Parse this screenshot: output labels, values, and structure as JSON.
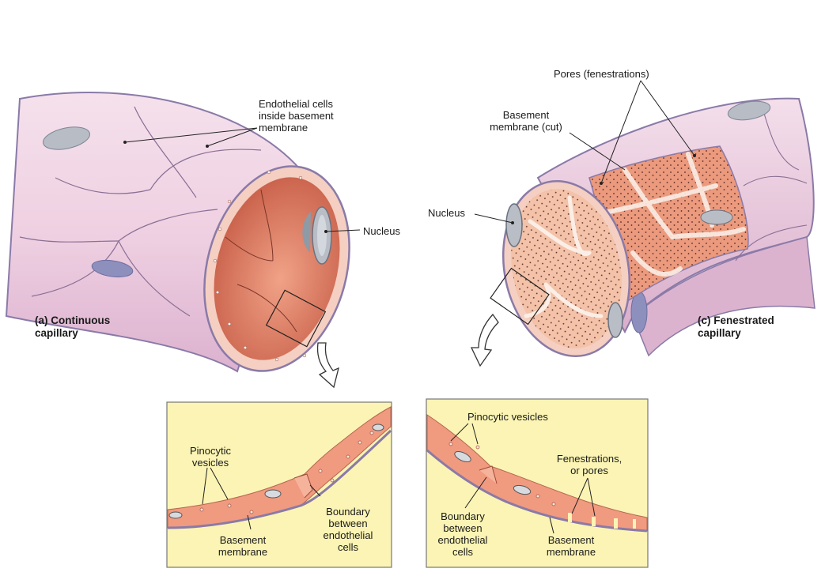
{
  "left": {
    "caption": [
      "(a) Continuous",
      "capillary"
    ],
    "labels": {
      "endothelial": [
        "Endothelial cells",
        "inside basement",
        "membrane"
      ],
      "nucleus": "Nucleus"
    },
    "inset": {
      "pinocytic": [
        "Pinocytic",
        "vesicles"
      ],
      "basement": [
        "Basement",
        "membrane"
      ],
      "boundary": [
        "Boundary",
        "between",
        "endothelial",
        "cells"
      ]
    }
  },
  "right": {
    "caption": [
      "(c) Fenestrated",
      "capillary"
    ],
    "labels": {
      "pores": "Pores (fenestrations)",
      "basement_cut": [
        "Basement",
        "membrane (cut)"
      ],
      "nucleus": "Nucleus"
    },
    "inset": {
      "pinocytic": "Pinocytic vesicles",
      "fenestrations": [
        "Fenestrations,",
        "or pores"
      ],
      "boundary": [
        "Boundary",
        "between",
        "endothelial",
        "cells"
      ],
      "basement": [
        "Basement",
        "membrane"
      ]
    }
  },
  "colors": {
    "vessel_outer": "#f2d7e6",
    "vessel_edge": "#8a7aa8",
    "lumen": "#e8866a",
    "nucleus": "#b9bec6",
    "inset_bg": "#fbf4b4",
    "cell_wall": "#f09a80"
  }
}
